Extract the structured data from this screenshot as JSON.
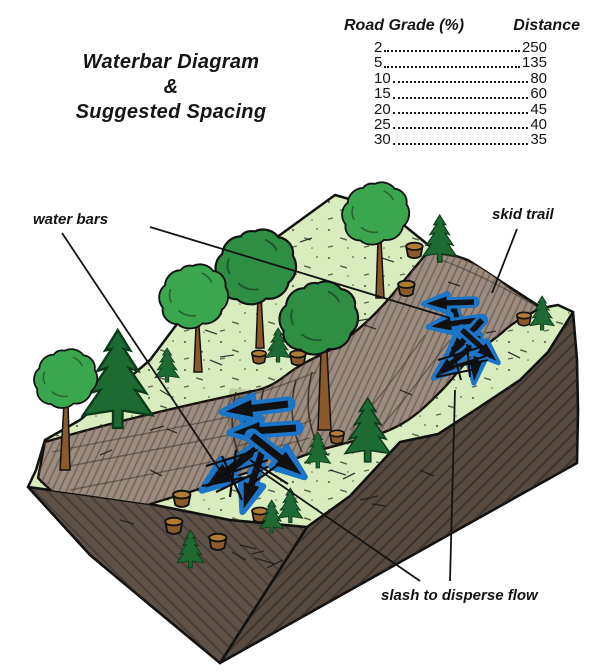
{
  "title": {
    "line1": "Waterbar Diagram",
    "line2": "&",
    "line3": "Suggested Spacing"
  },
  "spacing_table": {
    "col1_header": "Road Grade (%)",
    "col2_header": "Distance",
    "rows": [
      {
        "grade": "2",
        "distance": "250"
      },
      {
        "grade": "5",
        "distance": "135"
      },
      {
        "grade": "10",
        "distance": "80"
      },
      {
        "grade": "15",
        "distance": "60"
      },
      {
        "grade": "20",
        "distance": "45"
      },
      {
        "grade": "25",
        "distance": "40"
      },
      {
        "grade": "30",
        "distance": "35"
      }
    ]
  },
  "labels": {
    "water_bars": "water bars",
    "skid_trail": "skid trail",
    "slash_to_disperse_flow": "slash to disperse flow"
  },
  "colors": {
    "grass": "#d9ecbd",
    "trail": "#9c8c80",
    "face_left": "#5e5148",
    "face_right": "#564a41",
    "tree_light": "#3aa74f",
    "tree_dark": "#2e8f42",
    "conifer": "#1d6b33",
    "trunk": "#8a5a2b",
    "waterbar_blue": "#1b75c8",
    "ink": "#111111"
  }
}
